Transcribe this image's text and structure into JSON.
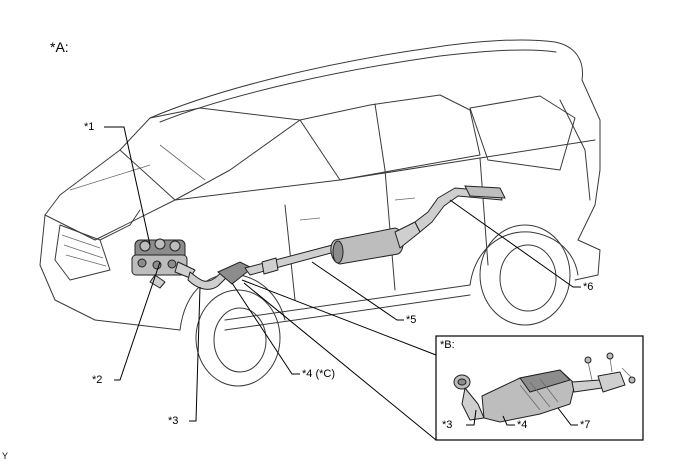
{
  "view_label": "*A:",
  "detail_label": "*B:",
  "corner_mark": "Y",
  "callouts": {
    "c1": "*1",
    "c2": "*2",
    "c3": "*3",
    "c4": "*4 (*C)",
    "c5": "*5",
    "c6": "*6",
    "d3": "*3",
    "d4": "*4",
    "d7": "*7"
  }
}
